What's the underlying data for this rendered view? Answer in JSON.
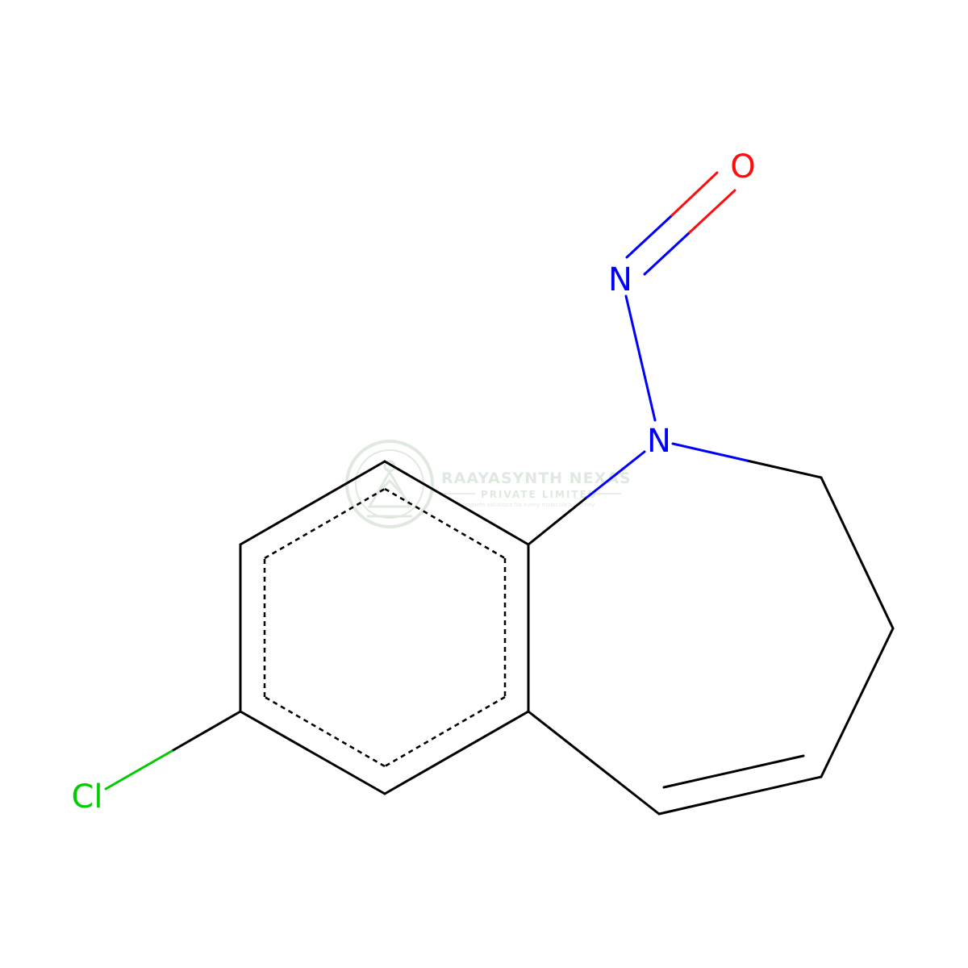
{
  "atoms": {
    "oxygen": {
      "label": "O",
      "color": "#ff0d0d"
    },
    "nitroso_nitrogen": {
      "label": "N",
      "color": "#0000ff"
    },
    "ring_nitrogen": {
      "label": "N",
      "color": "#0000ff"
    },
    "chlorine": {
      "label": "Cl",
      "color": "#00cc00"
    }
  },
  "bond_color": "#000000",
  "watermark": {
    "title": "RAAYASYNTH NEXAS",
    "subtitle": "PRIVATE LIMITED",
    "tagline": "Complete solutions for every molecule's journey",
    "color": "#c8d8c8"
  }
}
